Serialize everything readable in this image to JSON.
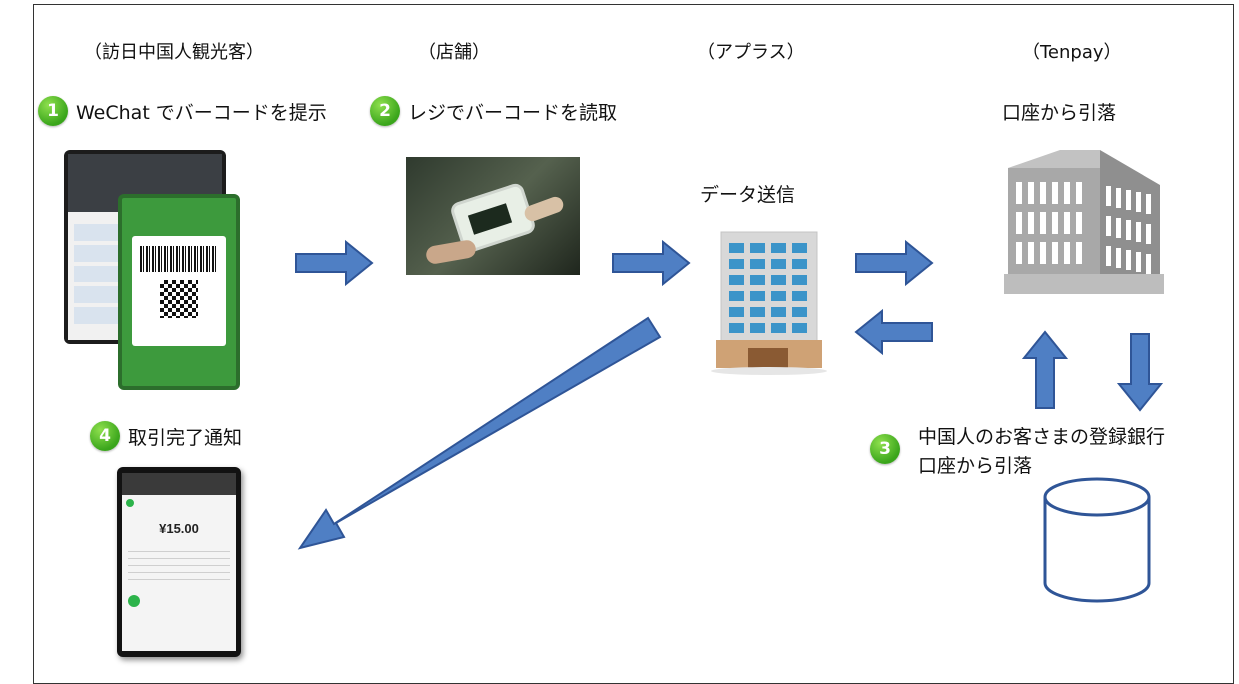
{
  "columns": {
    "tourist": "（訪日中国人観光客）",
    "store": "（店舗）",
    "apras": "（アプラス）",
    "tenpay": "（Tenpay）"
  },
  "steps": {
    "s1": {
      "num": "1",
      "label": "WeChat でバーコードを提示"
    },
    "s2": {
      "num": "2",
      "label": "レジでバーコードを読取"
    },
    "s3": {
      "num": "3",
      "line1": "中国人のお客さまの登録銀行",
      "line2": "口座から引落"
    },
    "s4": {
      "num": "4",
      "label": "取引完了通知"
    }
  },
  "data_send": "データ送信",
  "debit_from_account": "口座から引落",
  "receipt": {
    "amount": "¥15.00"
  },
  "colors": {
    "arrow_fill": "#4f7fc4",
    "arrow_stroke": "#2f5597",
    "badge_green": "#3aa51b",
    "phone_green": "#3d9a3d"
  }
}
